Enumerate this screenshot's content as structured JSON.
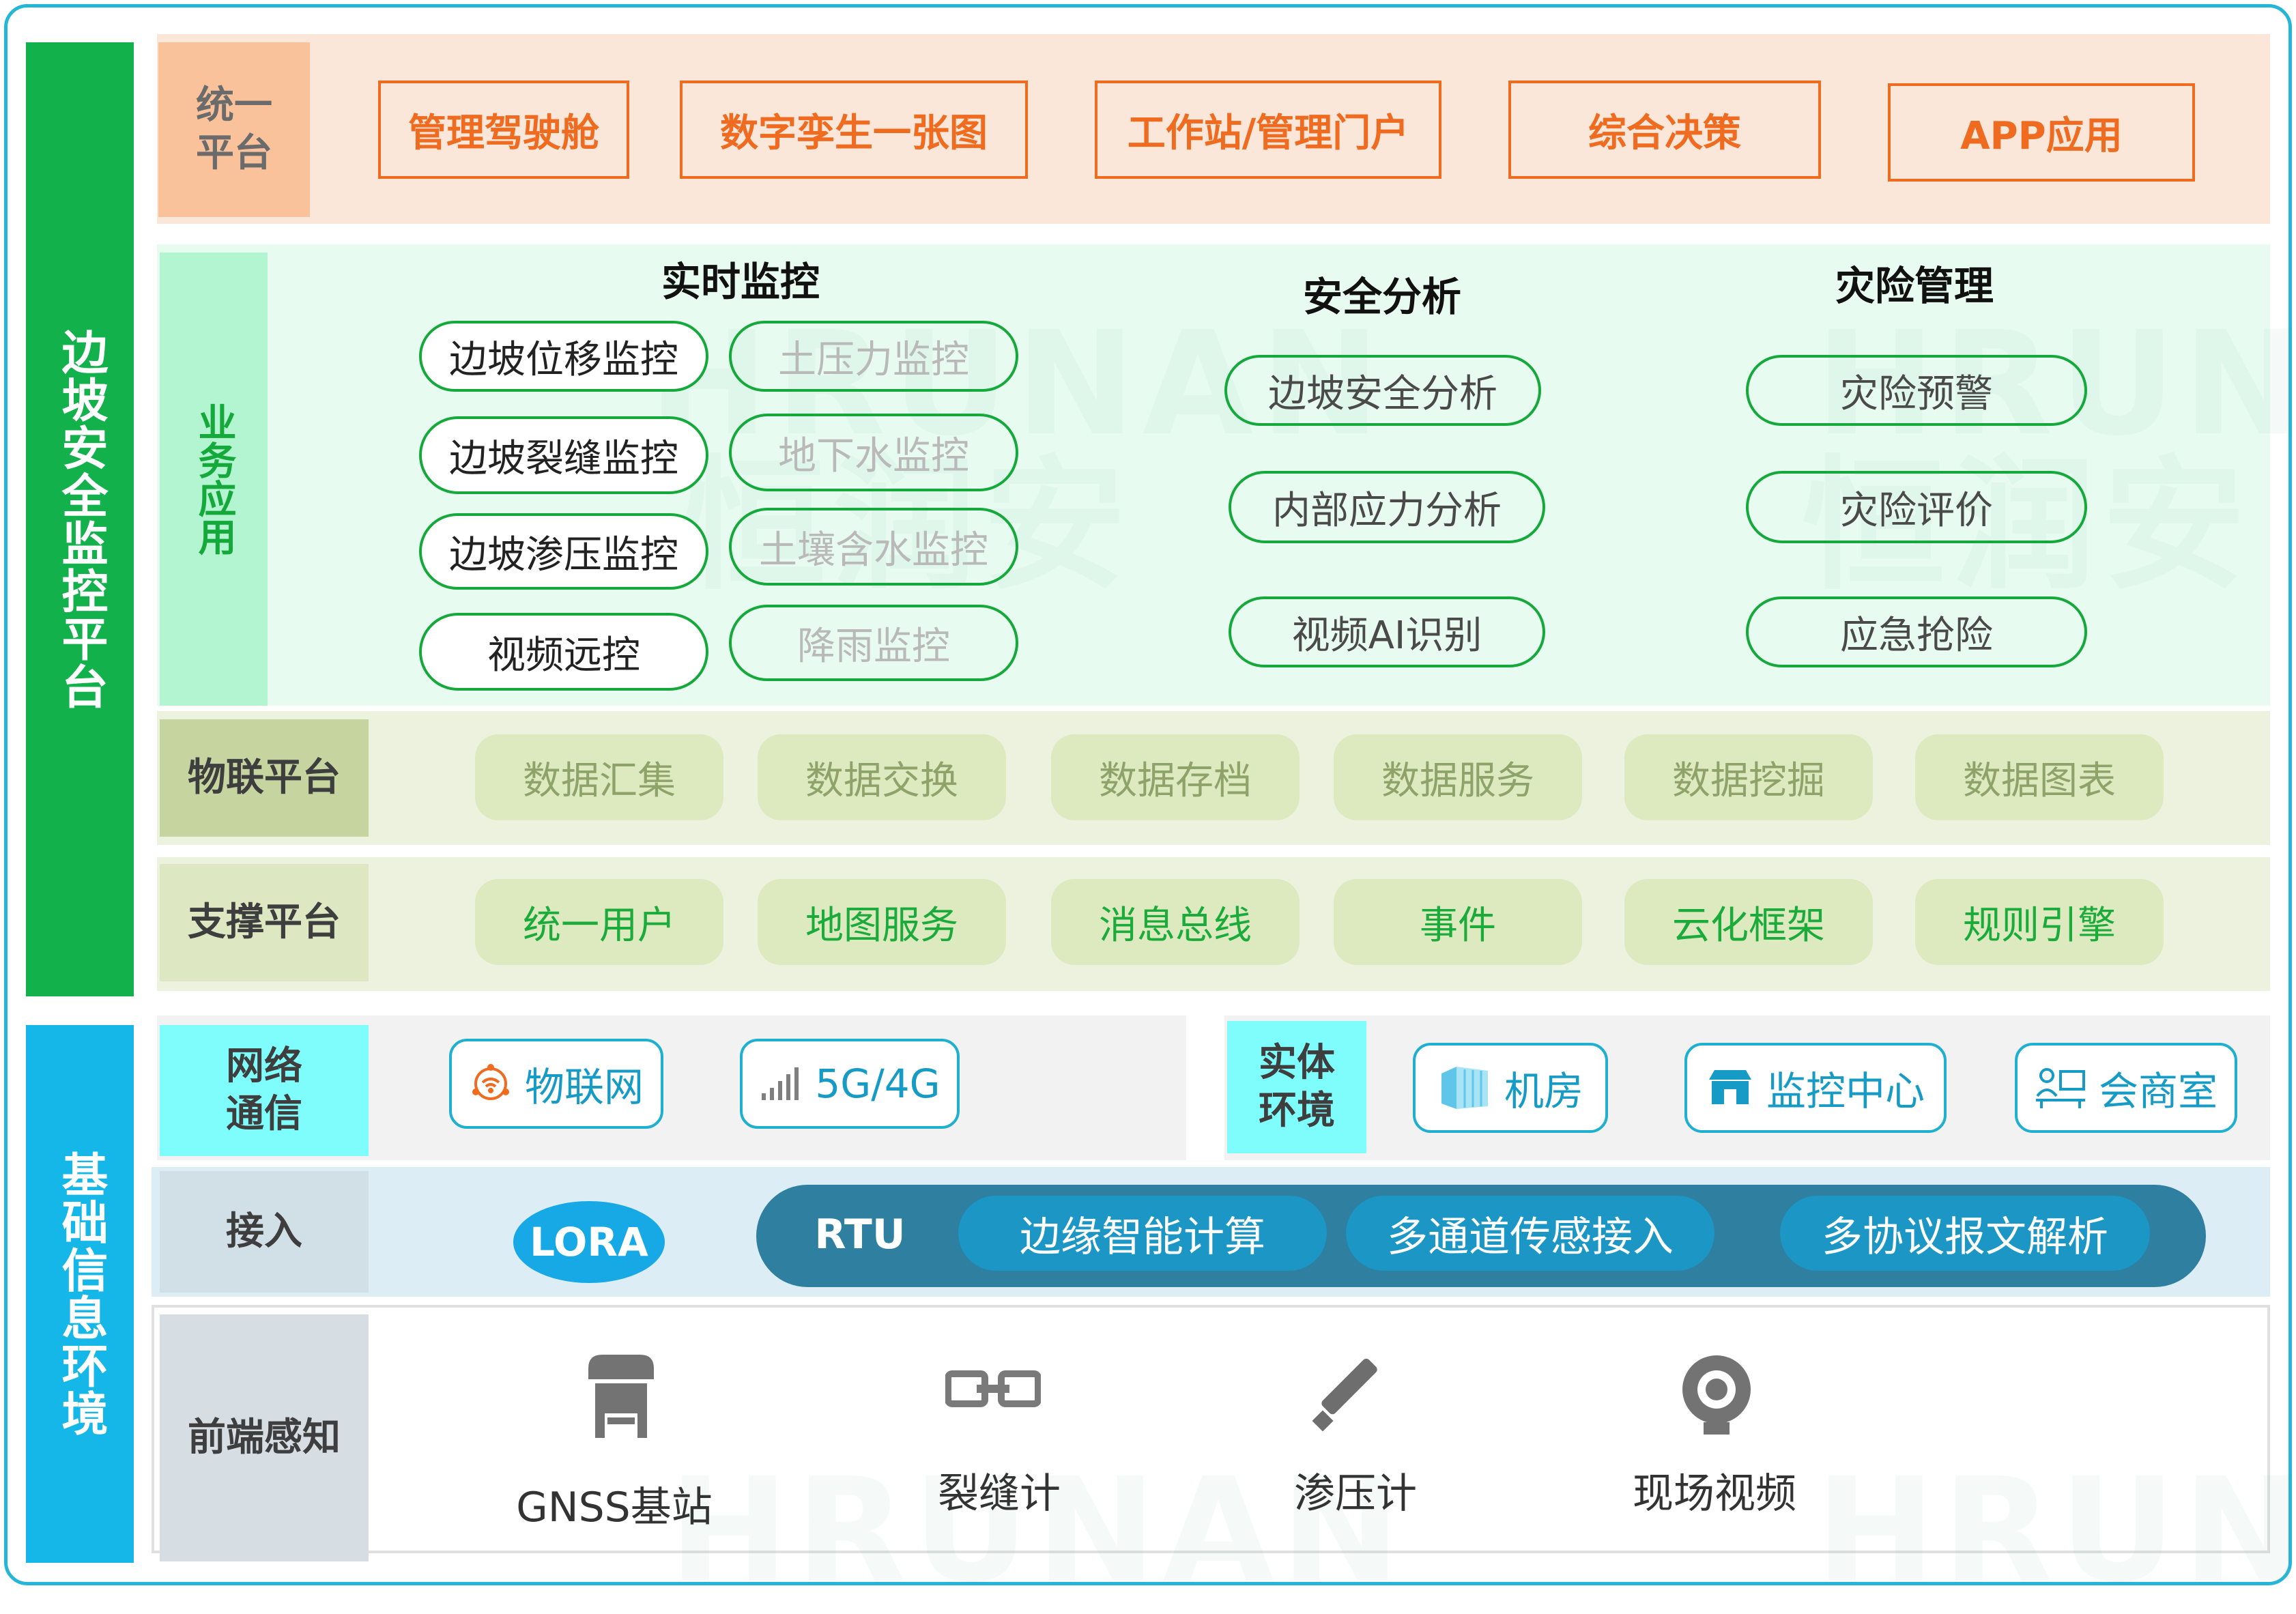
{
  "left_bars": {
    "top": "边坡安全监控平台",
    "bottom": "基础信息环境"
  },
  "unified_platform": {
    "label": "统一平台",
    "items": [
      "管理驾驶舱",
      "数字孪生一张图",
      "工作站/管理门户",
      "综合决策",
      "APP应用"
    ]
  },
  "business_apps": {
    "label": "业务应用",
    "realtime": {
      "title": "实时监控",
      "primary": [
        "边坡位移监控",
        "边坡裂缝监控",
        "边坡渗压监控",
        "视频远控"
      ],
      "secondary": [
        "土压力监控",
        "地下水监控",
        "土壤含水监控",
        "降雨监控"
      ]
    },
    "safety": {
      "title": "安全分析",
      "items": [
        "边坡安全分析",
        "内部应力分析",
        "视频AI识别"
      ]
    },
    "disaster": {
      "title": "灾险管理",
      "items": [
        "灾险预警",
        "灾险评价",
        "应急抢险"
      ]
    }
  },
  "iot_platform": {
    "label": "物联平台",
    "items": [
      "数据汇集",
      "数据交换",
      "数据存档",
      "数据服务",
      "数据挖掘",
      "数据图表"
    ]
  },
  "support_platform": {
    "label": "支撑平台",
    "items": [
      "统一用户",
      "地图服务",
      "消息总线",
      "事件",
      "云化框架",
      "规则引擎"
    ]
  },
  "network": {
    "label": "网络通信",
    "items": [
      {
        "label": "物联网",
        "icon": "iot-icon"
      },
      {
        "label": "5G/4G",
        "icon": "signal-icon"
      }
    ]
  },
  "physical": {
    "label": "实体环境",
    "items": [
      {
        "label": "机房",
        "icon": "server-room-icon"
      },
      {
        "label": "监控中心",
        "icon": "monitor-center-icon"
      },
      {
        "label": "会商室",
        "icon": "meeting-room-icon"
      }
    ]
  },
  "access": {
    "label": "接入",
    "lora": "LORA",
    "rtu": "RTU",
    "items": [
      "边缘智能计算",
      "多通道传感接入",
      "多协议报文解析"
    ]
  },
  "frontend": {
    "label": "前端感知",
    "items": [
      {
        "label": "GNSS基站",
        "icon": "gnss-station-icon"
      },
      {
        "label": "裂缝计",
        "icon": "crack-meter-icon"
      },
      {
        "label": "渗压计",
        "icon": "piezometer-icon"
      },
      {
        "label": "现场视频",
        "icon": "camera-icon"
      }
    ]
  },
  "watermark": {
    "latin": "HRUNAN",
    "chinese": "恒润安"
  },
  "colors": {
    "frame": "#25b5d7",
    "top_bar": "#12b14c",
    "bottom_bar": "#15b7e8",
    "unified_bg": "#fbe6da",
    "unified_label_bg": "#fac29a",
    "orange": "#ef6b1f",
    "business_bg": "#e8fbf0",
    "business_label_bg": "#b3f5d1",
    "pill_border": "#14a93a",
    "iot_bg": "#edf2df",
    "platform_label_bg": "#c6d49f",
    "support_label_bg": "#dde8c3",
    "network_label_bg": "#7ffcfc",
    "access_bg": "#dcedf5",
    "access_label_bg": "#d1dfe6",
    "rtu_band": "#2f7fa0",
    "blue_pill": "#1b96c5",
    "lora": "#16a9e6"
  }
}
